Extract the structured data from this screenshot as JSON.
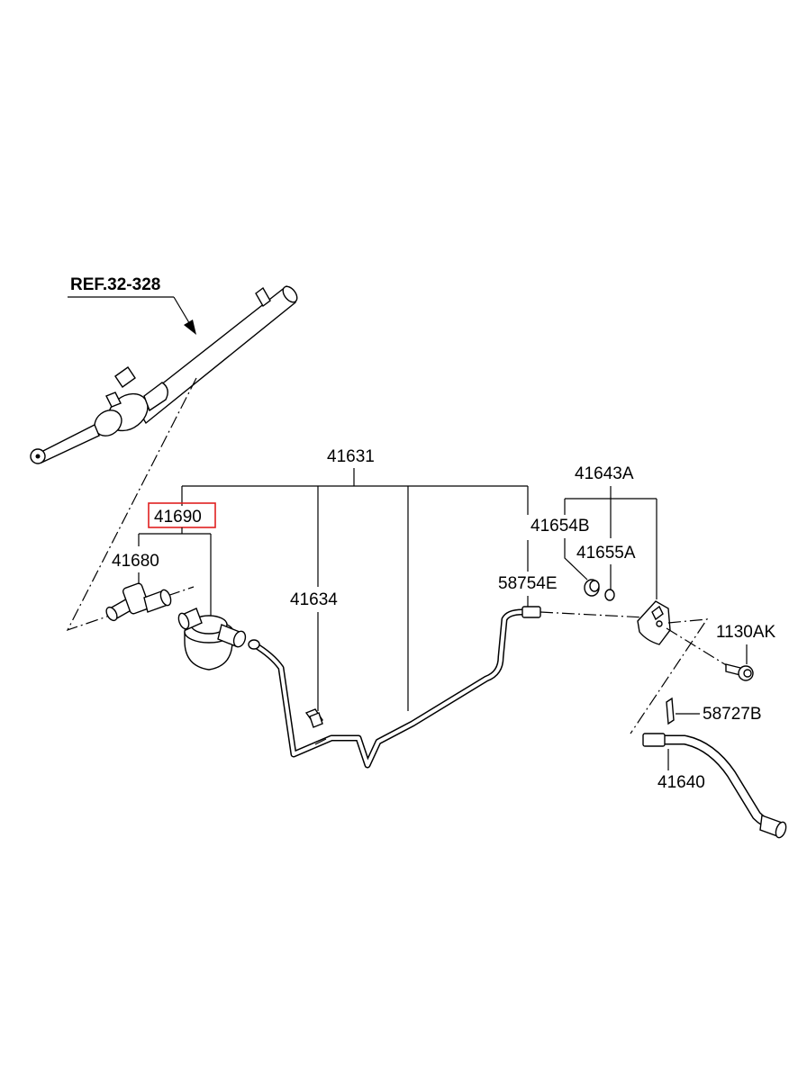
{
  "diagram": {
    "reference": "REF.32-328",
    "highlight_color": "#e02020",
    "labels": {
      "p41631": "41631",
      "p41690": "41690",
      "p41680": "41680",
      "p41634": "41634",
      "p41643A": "41643A",
      "p41654B": "41654B",
      "p41655A": "41655A",
      "p58754E": "58754E",
      "p1130AK": "1130AK",
      "p58727B": "58727B",
      "p41640": "41640"
    }
  }
}
